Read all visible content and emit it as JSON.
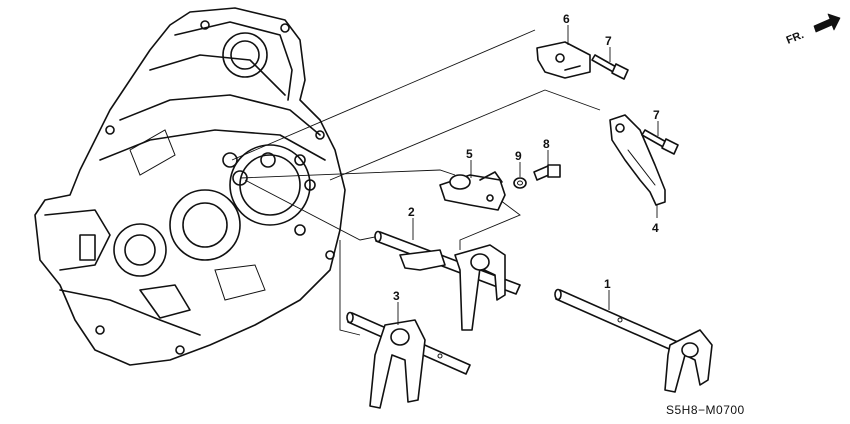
{
  "diagram": {
    "direction_label": "FR.",
    "code": "S5H8−M0700",
    "callouts": [
      "1",
      "2",
      "3",
      "4",
      "5",
      "6",
      "7",
      "7",
      "8",
      "9"
    ]
  }
}
